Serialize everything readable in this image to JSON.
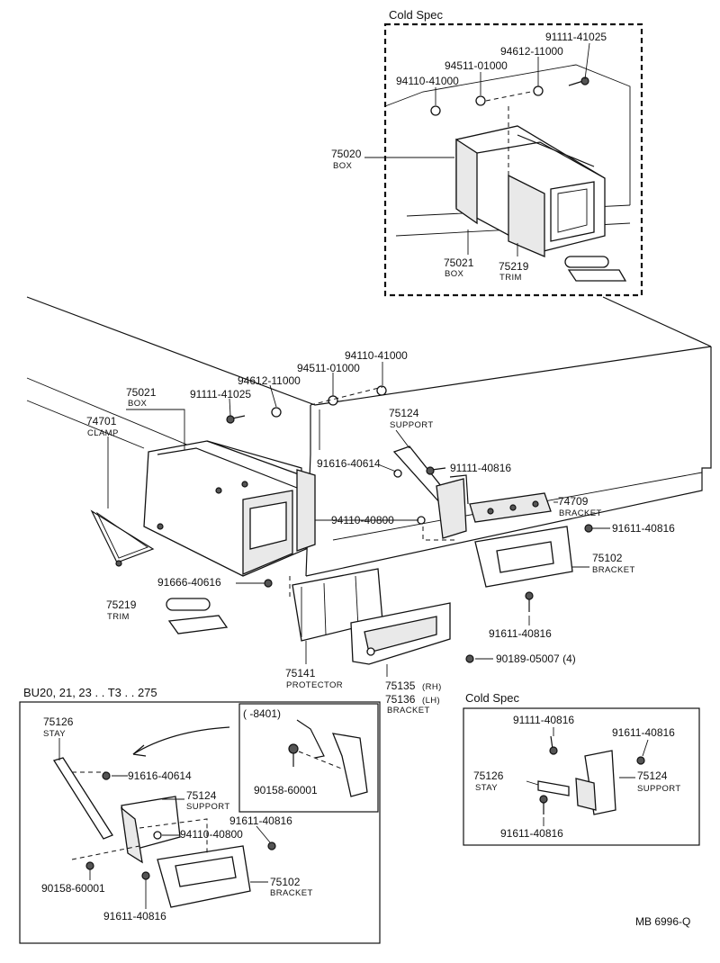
{
  "top_inset": {
    "title": "Cold Spec",
    "p91111_41025": "91111-41025",
    "p94612_11000": "94612-11000",
    "p94511_01000": "94511-01000",
    "p94110_41000": "94110-41000",
    "p75020": "75020",
    "p75020_desc": "BOX",
    "p75021": "75021",
    "p75021_desc": "BOX",
    "p75219": "75219",
    "p75219_desc": "TRIM"
  },
  "main": {
    "p94110_41000": "94110-41000",
    "p94612_11000": "94612-11000",
    "p94511_01000": "94511-01000",
    "p75021": "75021",
    "p75021_desc": "BOX",
    "p91111_41025": "91111-41025",
    "p74701": "74701",
    "p74701_desc": "CLAMP",
    "p75124": "75124",
    "p75124_desc": "SUPPORT",
    "p91616_40614": "91616-40614",
    "p91111_40816": "91111-40816",
    "p74709": "74709",
    "p74709_desc": "BRACKET",
    "p94110_40800": "94110-40800",
    "p91611_40816_a": "91611-40816",
    "p75102": "75102",
    "p75102_desc": "BRACKET",
    "p91666_40616": "91666-40616",
    "p75219": "75219",
    "p75219_desc": "TRIM",
    "p91611_40816_b": "91611-40816",
    "p90189_05007": "90189-05007 (4)",
    "p75141": "75141",
    "p75141_desc": "PROTECTOR",
    "p75135": "75135",
    "p75135_side": "(RH)",
    "p75136": "75136",
    "p75136_side": "(LH)",
    "p7513x_desc": "BRACKET"
  },
  "bottom_left": {
    "title": "BU20, 21, 23 . . T3 . . 275",
    "sub_title": "(      -8401)",
    "p75126": "75126",
    "p75126_desc": "STAY",
    "p91616_40614": "91616-40614",
    "p75124": "75124",
    "p75124_desc": "SUPPORT",
    "p91611_40816_a": "91611-40816",
    "p94110_40800": "94110-40800",
    "p90158_60001_a": "90158-60001",
    "p90158_60001_b": "90158-60001",
    "p75102": "75102",
    "p75102_desc": "BRACKET",
    "p91611_40816_b": "91611-40816"
  },
  "bottom_right": {
    "title": "Cold Spec",
    "p91111_40816": "91111-40816",
    "p91611_40816_a": "91611-40816",
    "p75126": "75126",
    "p75126_desc": "STAY",
    "p75124": "75124",
    "p75124_desc": "SUPPORT",
    "p91611_40816_b": "91611-40816"
  },
  "footer": {
    "ref": "MB 6996-Q"
  }
}
